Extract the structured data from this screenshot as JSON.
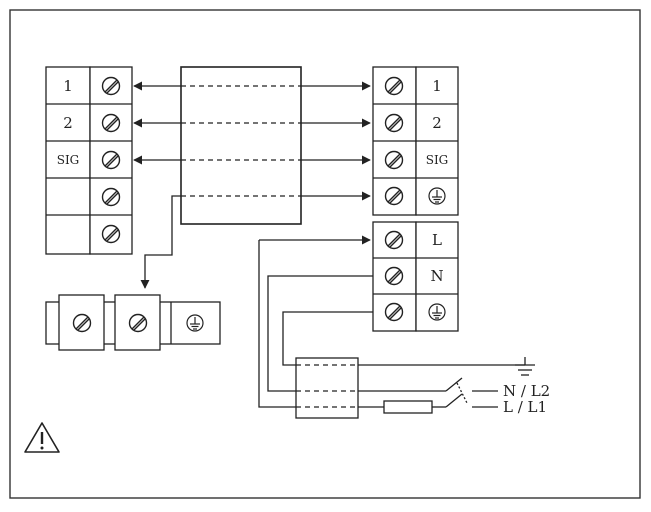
{
  "left_terminal": {
    "labels": [
      "1",
      "2",
      "SIG",
      "",
      ""
    ]
  },
  "right_terminal_signal": {
    "labels": [
      "1",
      "2",
      "SIG"
    ],
    "ground_symbol": "earth-ground-icon"
  },
  "right_terminal_power": {
    "labels": [
      "L",
      "N"
    ],
    "ground_symbol": "earth-ground-icon"
  },
  "ground_block": {
    "ground_symbol": "earth-ground-icon"
  },
  "supply_labels": {
    "neutral": "N / L2",
    "live": "L / L1",
    "ground_symbol": "earth-ground-icon"
  },
  "warning_icon": "warning-triangle-icon",
  "colors": {
    "line": "#222222",
    "frame": "#333333",
    "background": "#ffffff"
  }
}
